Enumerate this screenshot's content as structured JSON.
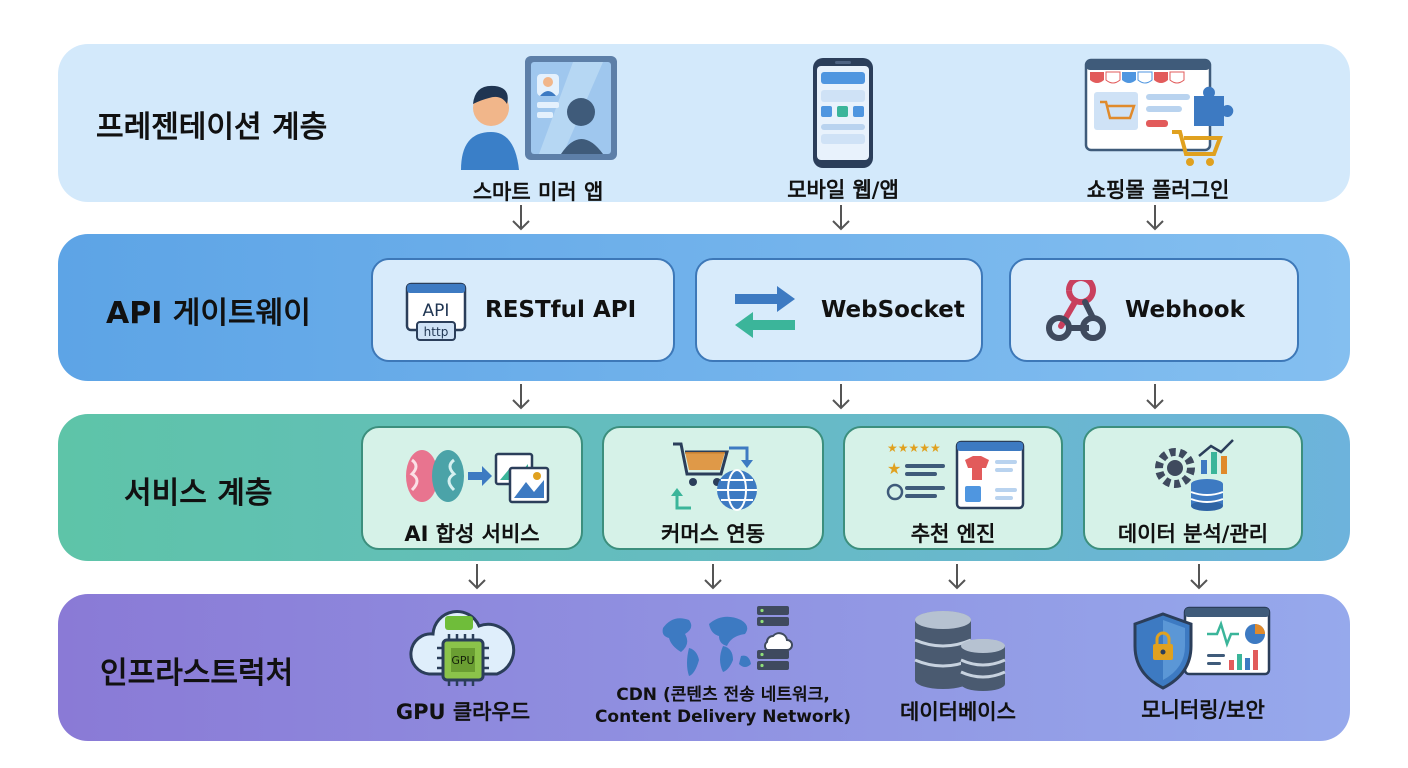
{
  "layers": {
    "presentation": {
      "title": "프레젠테이션 계층",
      "items": [
        "스마트 미러 앱",
        "모바일 웹/앱",
        "쇼핑몰 플러그인"
      ]
    },
    "gateway": {
      "title": "API 게이트웨이",
      "items": [
        "RESTful API",
        "WebSocket",
        "Webhook"
      ],
      "api_icon_text": "API",
      "http_icon_text": "http"
    },
    "service": {
      "title": "서비스 계층",
      "items": [
        "AI 합성 서비스",
        "커머스 연동",
        "추천 엔진",
        "데이터 분석/관리"
      ]
    },
    "infra": {
      "title": "인프라스트럭처",
      "items": [
        "GPU 클라우드",
        "CDN (콘텐츠 전송 네트워크,",
        "Content Delivery Network)",
        "데이터베이스",
        "모니터링/보안"
      ],
      "gpu_icon_text": "GPU"
    }
  },
  "colors": {
    "presentation_bg": "#d3e9fb",
    "gateway_bg": "#6aaee9",
    "service_bg": "#62bfae",
    "infra_bg": "#8f91e0",
    "card_border": "#3d78b8"
  }
}
